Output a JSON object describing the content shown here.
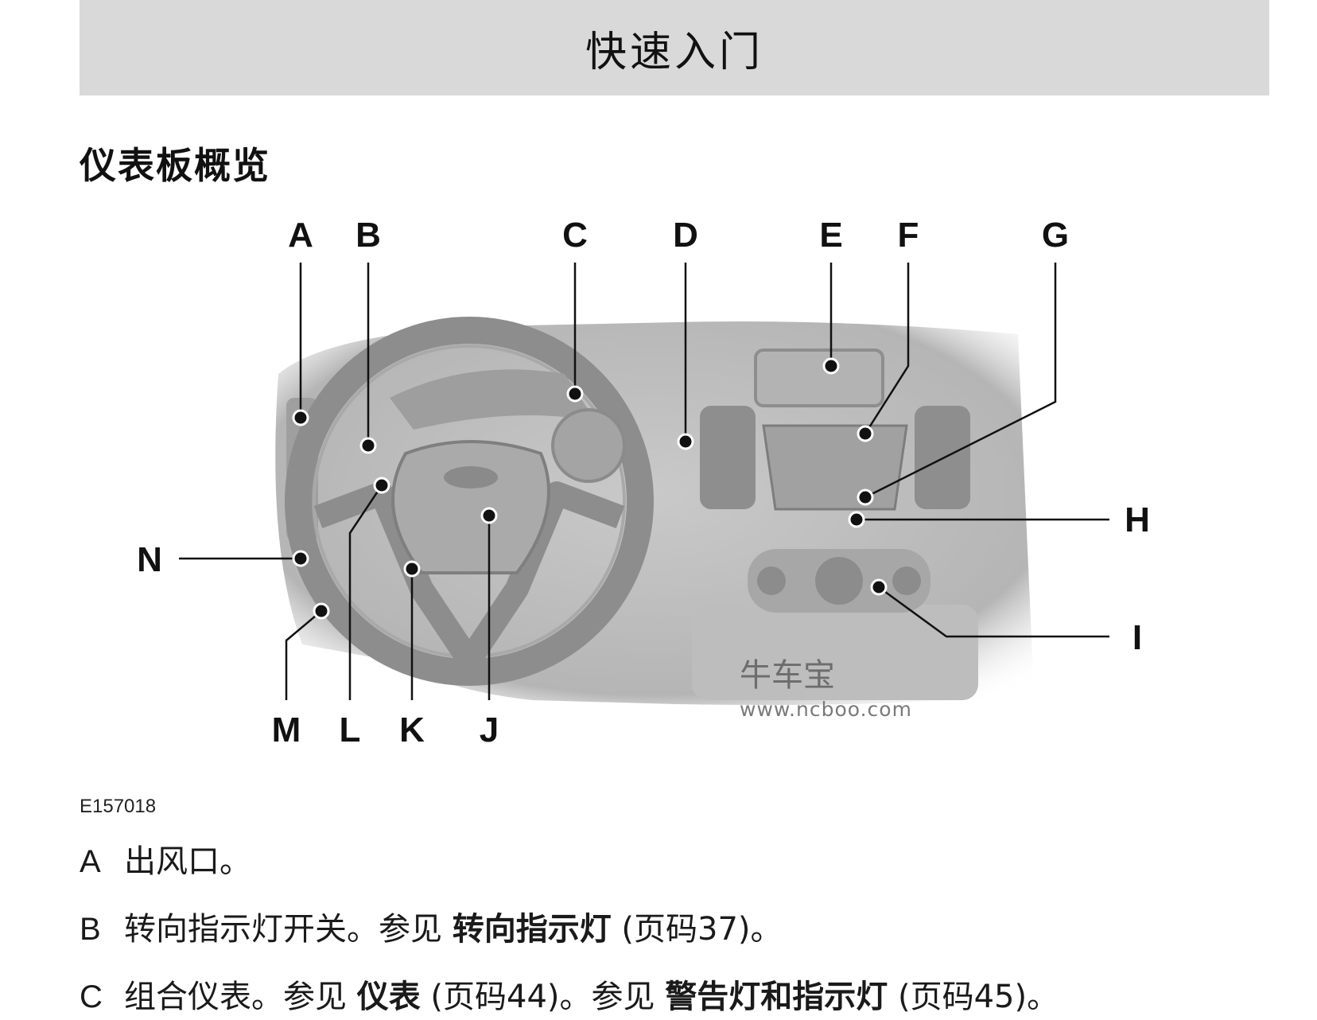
{
  "header": {
    "title": "快速入门"
  },
  "section": {
    "title": "仪表板概览"
  },
  "figure": {
    "labels_top": [
      "A",
      "B",
      "C",
      "D",
      "E",
      "F",
      "G"
    ],
    "labels_right": [
      "H",
      "I"
    ],
    "labels_left": [
      "N"
    ],
    "labels_bottom": [
      "M",
      "L",
      "K",
      "J"
    ],
    "code": "E157018",
    "watermark_cn": "牛车宝",
    "watermark_url": "www.ncboo.com"
  },
  "items": [
    {
      "key": "A",
      "text": "出风口。"
    },
    {
      "key": "B",
      "text": "转向指示灯开关。参见 ",
      "ref": "转向指示灯",
      "page": " (页码37)。"
    },
    {
      "key": "C",
      "text": "组合仪表。参见 ",
      "ref": "仪表",
      "page": " (页码44)。参见 ",
      "ref2": "警告灯和指示灯",
      "page2": " (页码45)。"
    }
  ]
}
